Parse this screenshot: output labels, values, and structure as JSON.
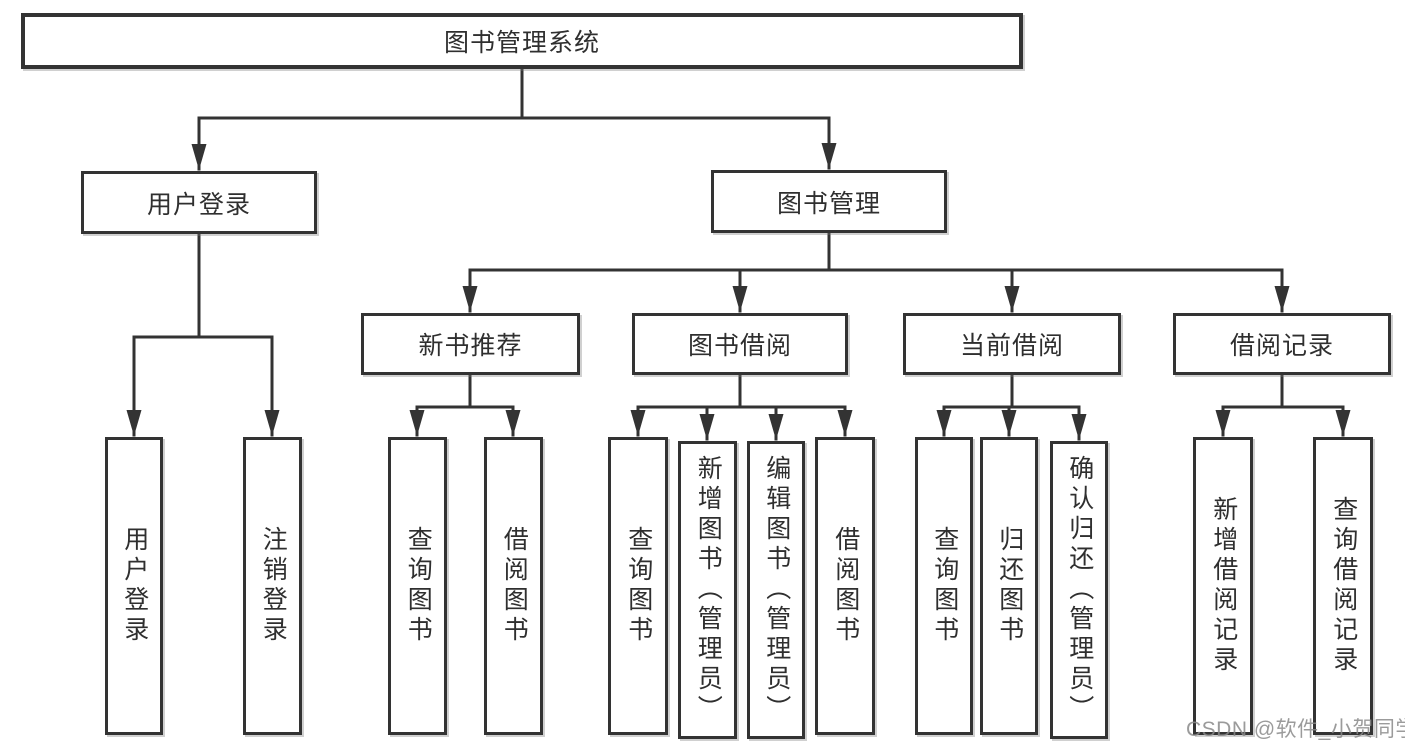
{
  "diagram": {
    "type": "tree",
    "orientation": "top-down",
    "colors": {
      "line": "#333333",
      "box_border": "#333333",
      "box_fill": "#ffffff",
      "text": "#2f2f2f",
      "watermark": "#8a8a8a"
    }
  },
  "tree": {
    "label": "图书管理系统",
    "children": [
      {
        "label": "用户登录",
        "children": [
          {
            "label": "用户登录"
          },
          {
            "label": "注销登录"
          }
        ]
      },
      {
        "label": "图书管理",
        "children": [
          {
            "label": "新书推荐",
            "children": [
              {
                "label": "查询图书"
              },
              {
                "label": "借阅图书"
              }
            ]
          },
          {
            "label": "图书借阅",
            "children": [
              {
                "label": "查询图书"
              },
              {
                "label": "新增图书（管理员）"
              },
              {
                "label": "编辑图书（管理员）"
              },
              {
                "label": "借阅图书"
              }
            ]
          },
          {
            "label": "当前借阅",
            "children": [
              {
                "label": "查询图书"
              },
              {
                "label": "归还图书"
              },
              {
                "label": "确认归还（管理员）"
              }
            ]
          },
          {
            "label": "借阅记录",
            "children": [
              {
                "label": "新增借阅记录"
              },
              {
                "label": "查询借阅记录"
              }
            ]
          }
        ]
      }
    ]
  },
  "watermark": {
    "text": "CSDN @软件_小贺同学"
  }
}
